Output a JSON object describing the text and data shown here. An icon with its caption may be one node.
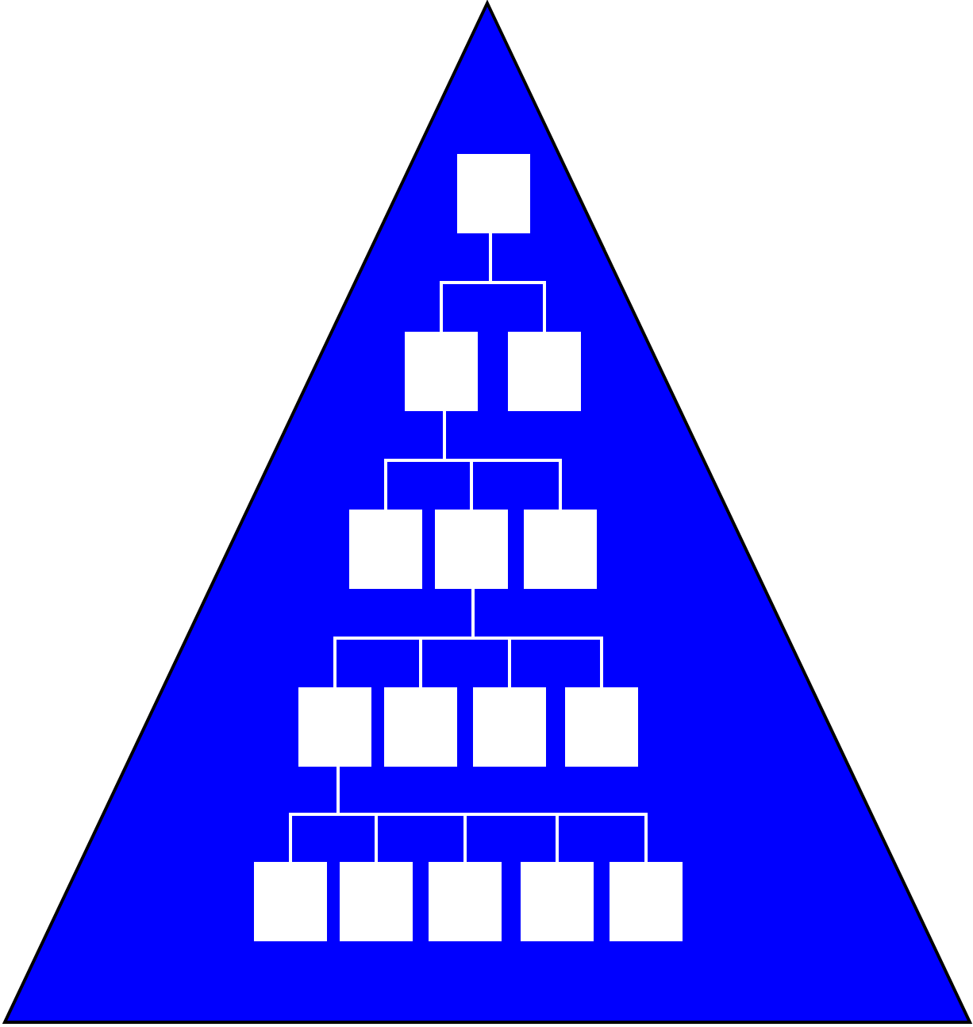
{
  "diagram": {
    "nodes": [
      {
        "text": [],
        "shape": "box"
      },
      {
        "text": [],
        "shape": "box"
      },
      {
        "text": [],
        "shape": "box"
      },
      {
        "text": [],
        "shape": "box"
      },
      {
        "text": [],
        "shape": "box"
      },
      {
        "text": [],
        "shape": "box"
      },
      {
        "text": [],
        "shape": "box"
      },
      {
        "text": [],
        "shape": "box"
      },
      {
        "text": [],
        "shape": "box"
      },
      {
        "text": [],
        "shape": "box"
      },
      {
        "text": [],
        "shape": "box"
      },
      {
        "text": [],
        "shape": "box"
      },
      {
        "text": [],
        "shape": "box"
      },
      {
        "text": [],
        "shape": "box"
      },
      {
        "text": [],
        "shape": "box"
      }
    ],
    "edges": [
      {
        "from": 0,
        "to": 1,
        "arrow": "none"
      },
      {
        "from": 0,
        "to": 2,
        "arrow": "none"
      },
      {
        "from": 1,
        "to": 3,
        "arrow": "none"
      },
      {
        "from": 1,
        "to": 4,
        "arrow": "none"
      },
      {
        "from": 1,
        "to": 5,
        "arrow": "none"
      },
      {
        "from": 4,
        "to": 6,
        "arrow": "none"
      },
      {
        "from": 4,
        "to": 7,
        "arrow": "none"
      },
      {
        "from": 4,
        "to": 8,
        "arrow": "none"
      },
      {
        "from": 4,
        "to": 9,
        "arrow": "none"
      },
      {
        "from": 6,
        "to": 10,
        "arrow": "none"
      },
      {
        "from": 6,
        "to": 11,
        "arrow": "none"
      },
      {
        "from": 6,
        "to": 12,
        "arrow": "none"
      },
      {
        "from": 6,
        "to": 13,
        "arrow": "none"
      },
      {
        "from": 6,
        "to": 14,
        "arrow": "none"
      }
    ]
  }
}
